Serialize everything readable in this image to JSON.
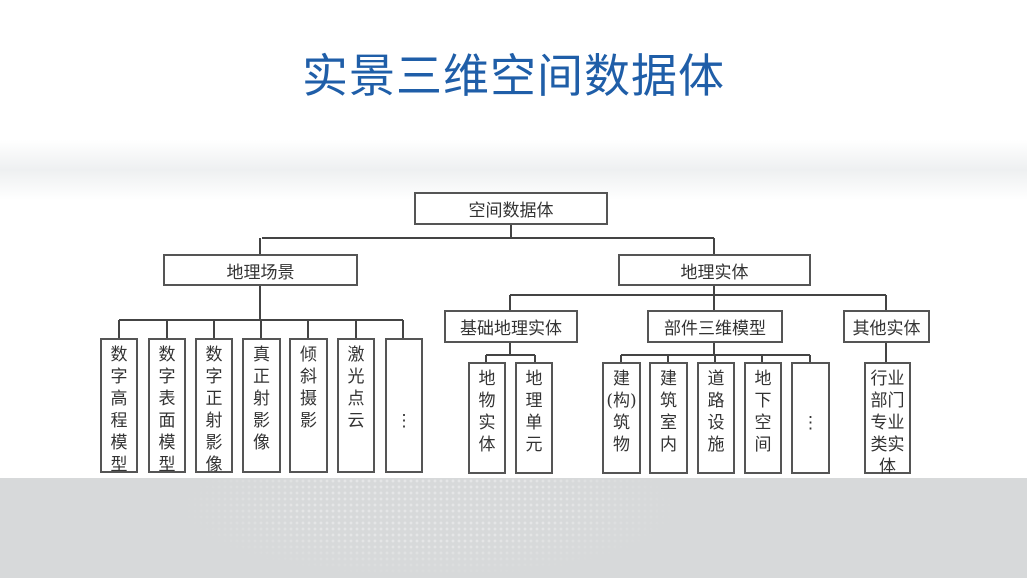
{
  "title": "实景三维空间数据体",
  "root": "空间数据体",
  "scene": {
    "label": "地理场景",
    "children": [
      "数\n字\n高\n程\n模\n型",
      "数\n字\n表\n面\n模\n型",
      "数\n字\n正\n射\n影\n像",
      "真\n正\n射\n影\n像",
      "倾\n斜\n摄\n影",
      "激\n光\n点\n云",
      "\n\n\n⋮"
    ]
  },
  "entity": {
    "label": "地理实体",
    "basic": {
      "label": "基础地理实体",
      "children": [
        "地\n物\n实\n体",
        "地\n理\n单\n元"
      ]
    },
    "component": {
      "label": "部件三维模型",
      "children": [
        "建\n(构)\n筑\n物",
        "建\n筑\n室\n内",
        "道\n路\n设\n施",
        "地\n下\n空\n间",
        "\n\n⋮"
      ]
    },
    "other": {
      "label": "其他实体",
      "children": [
        "行业\n部门\n专业\n类实\n体"
      ]
    }
  }
}
